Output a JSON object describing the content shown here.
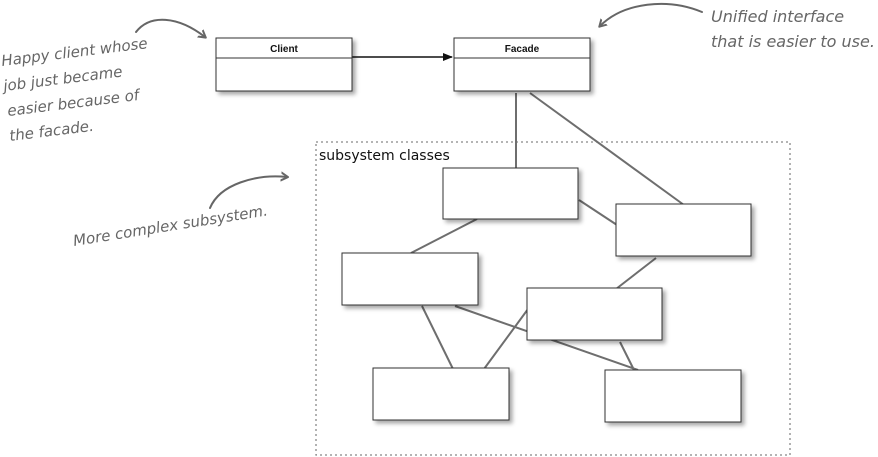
{
  "diagram": {
    "classes": {
      "client": "Client",
      "facade": "Facade"
    },
    "subsystem_label": "subsystem classes",
    "annotations": {
      "client_note": [
        "Happy client whose",
        "job just became",
        "easier because of",
        "the facade."
      ],
      "facade_note": [
        "Unified interface",
        "that is easier to use."
      ],
      "subsystem_note": "More complex subsystem."
    }
  }
}
